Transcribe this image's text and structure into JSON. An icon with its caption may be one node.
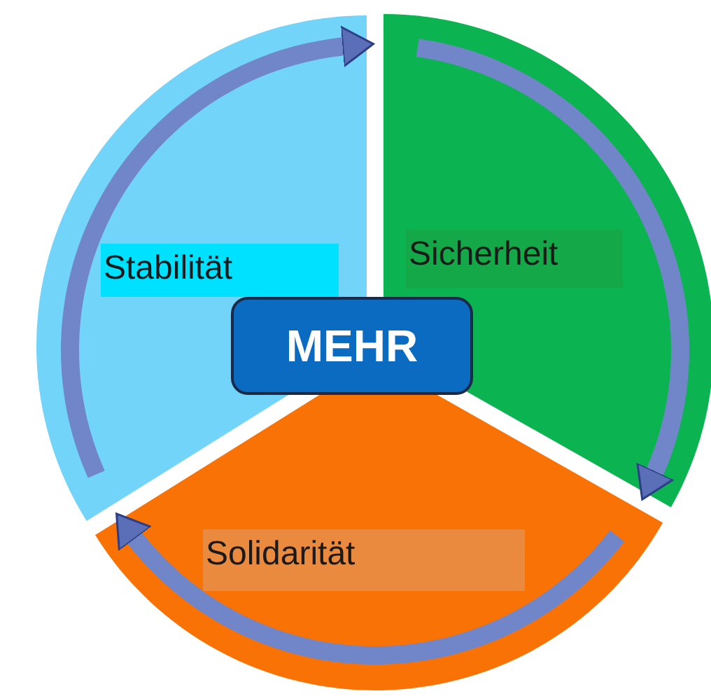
{
  "diagram": {
    "nodes": [
      {
        "text": [
          "Stabilität"
        ]
      },
      {
        "text": [
          "Sicherheit"
        ]
      },
      {
        "text": [
          "Solidarität"
        ]
      },
      {
        "text": [
          "MEHR"
        ]
      }
    ],
    "edges": [
      {
        "from": 0,
        "to": 1,
        "arrow": "to"
      },
      {
        "from": 1,
        "to": 2,
        "arrow": "to"
      },
      {
        "from": 2,
        "to": 0,
        "arrow": "to"
      }
    ]
  }
}
